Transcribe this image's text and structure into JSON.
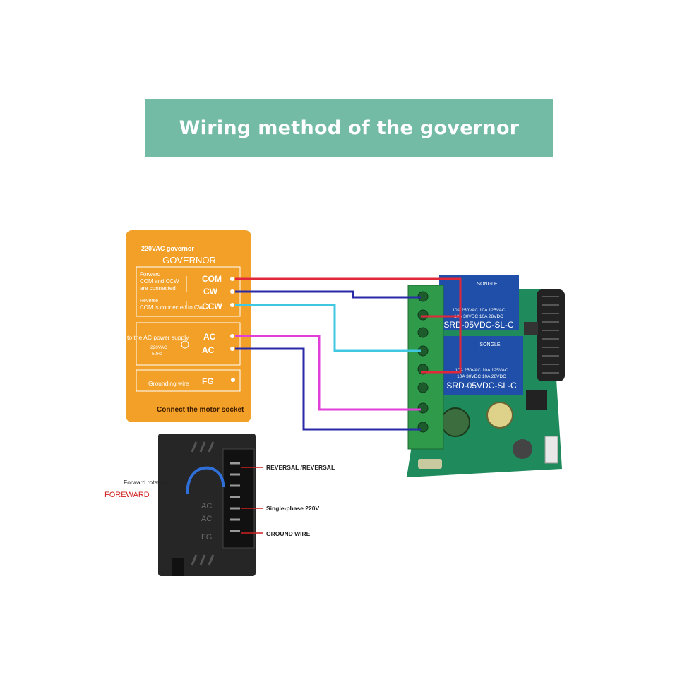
{
  "banner": {
    "title": "Wiring method of the governor"
  },
  "governor": {
    "subtitle": "220VAC governor",
    "title": "GOVERNOR",
    "forward_label": "Forward",
    "forward_desc_1": "COM and CCW",
    "forward_desc_2": "are connected",
    "reverse_label": "Reverse",
    "reverse_desc": "COM is connected to CW",
    "terminal_com": "COM",
    "terminal_cw": "CW",
    "terminal_ccw": "CCW",
    "ac_power_note": "Connect to the AC power supply",
    "ac_spec_1": "220VAC",
    "ac_spec_2": "50Hz",
    "terminal_ac_1": "AC",
    "terminal_ac_2": "AC",
    "grounding_label": "Grounding wire",
    "terminal_fg": "FG",
    "motor_socket_note": "Connect the motor socket"
  },
  "relay_board": {
    "relay_brand": "SONGLE",
    "relay_rating_1": "10A 250VAC  10A 125VAC",
    "relay_rating_2": "10A 30VDC  10A 28VDC",
    "relay_model": "SRD-05VDC-SL-C"
  },
  "motor_socket": {
    "forward_rotation": "Forward rotation",
    "foreward": "FOREWARD",
    "socket_ac_1": "AC",
    "socket_ac_2": "AC",
    "socket_fg": "FG",
    "reversal": "REVERSAL /REVERSAL",
    "single_phase": "Single-phase 220V",
    "ground_wire": "GROUND WIRE"
  },
  "colors": {
    "banner": "#74bba5",
    "governor_panel": "#f2a027",
    "wire_red": "#e0283a",
    "wire_blue": "#2a2aa8",
    "wire_cyan": "#3fc8e0",
    "wire_magenta": "#e040d8",
    "terminal_green": "#2e9a4a",
    "pcb_green": "#1f8a5c",
    "relay_blue": "#1f4fa8",
    "foreward_red": "#d02020"
  }
}
